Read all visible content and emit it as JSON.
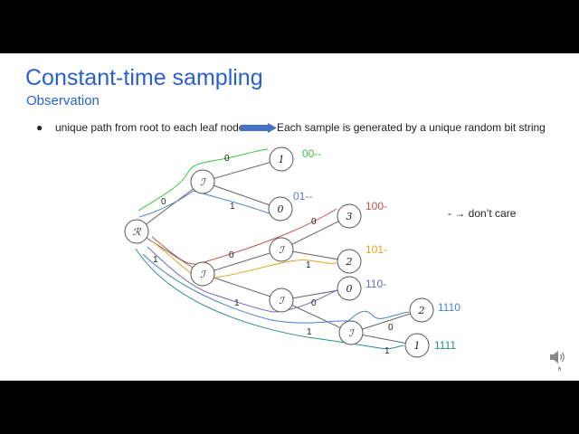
{
  "slide": {
    "title": "Constant-time sampling",
    "subtitle": "Observation",
    "bullet": {
      "dot": "●",
      "text_before": "unique path from root to each leaf node",
      "text_after": "Each sample is generated by a unique random bit string"
    },
    "note": "- → don’t care",
    "page_number": "6"
  },
  "diagram": {
    "nodes": {
      "root": "ℛ",
      "internal": "ℐ",
      "leaf_1": "1",
      "leaf_0a": "0",
      "leaf_3": "3",
      "leaf_2a": "2",
      "leaf_0b": "0",
      "leaf_2b": "2",
      "leaf_1b": "1"
    },
    "edge_labels": [
      "0",
      "1",
      "0",
      "0",
      "1",
      "1",
      "0",
      "1",
      "0",
      "1",
      "1"
    ],
    "leaf_labels": [
      {
        "text": "00--",
        "color": "#3cc63c"
      },
      {
        "text": "01--",
        "color": "#4a7fd0"
      },
      {
        "text": "100-",
        "color": "#c0504d"
      },
      {
        "text": "101-",
        "color": "#e0a520"
      },
      {
        "text": "110-",
        "color": "#6a6ab8"
      },
      {
        "text": "1110",
        "color": "#4a7fd0"
      },
      {
        "text": "1111",
        "color": "#2e8b8b"
      }
    ]
  },
  "colors": {
    "title": "#2a5fd1",
    "arrow": "#4472c4"
  }
}
